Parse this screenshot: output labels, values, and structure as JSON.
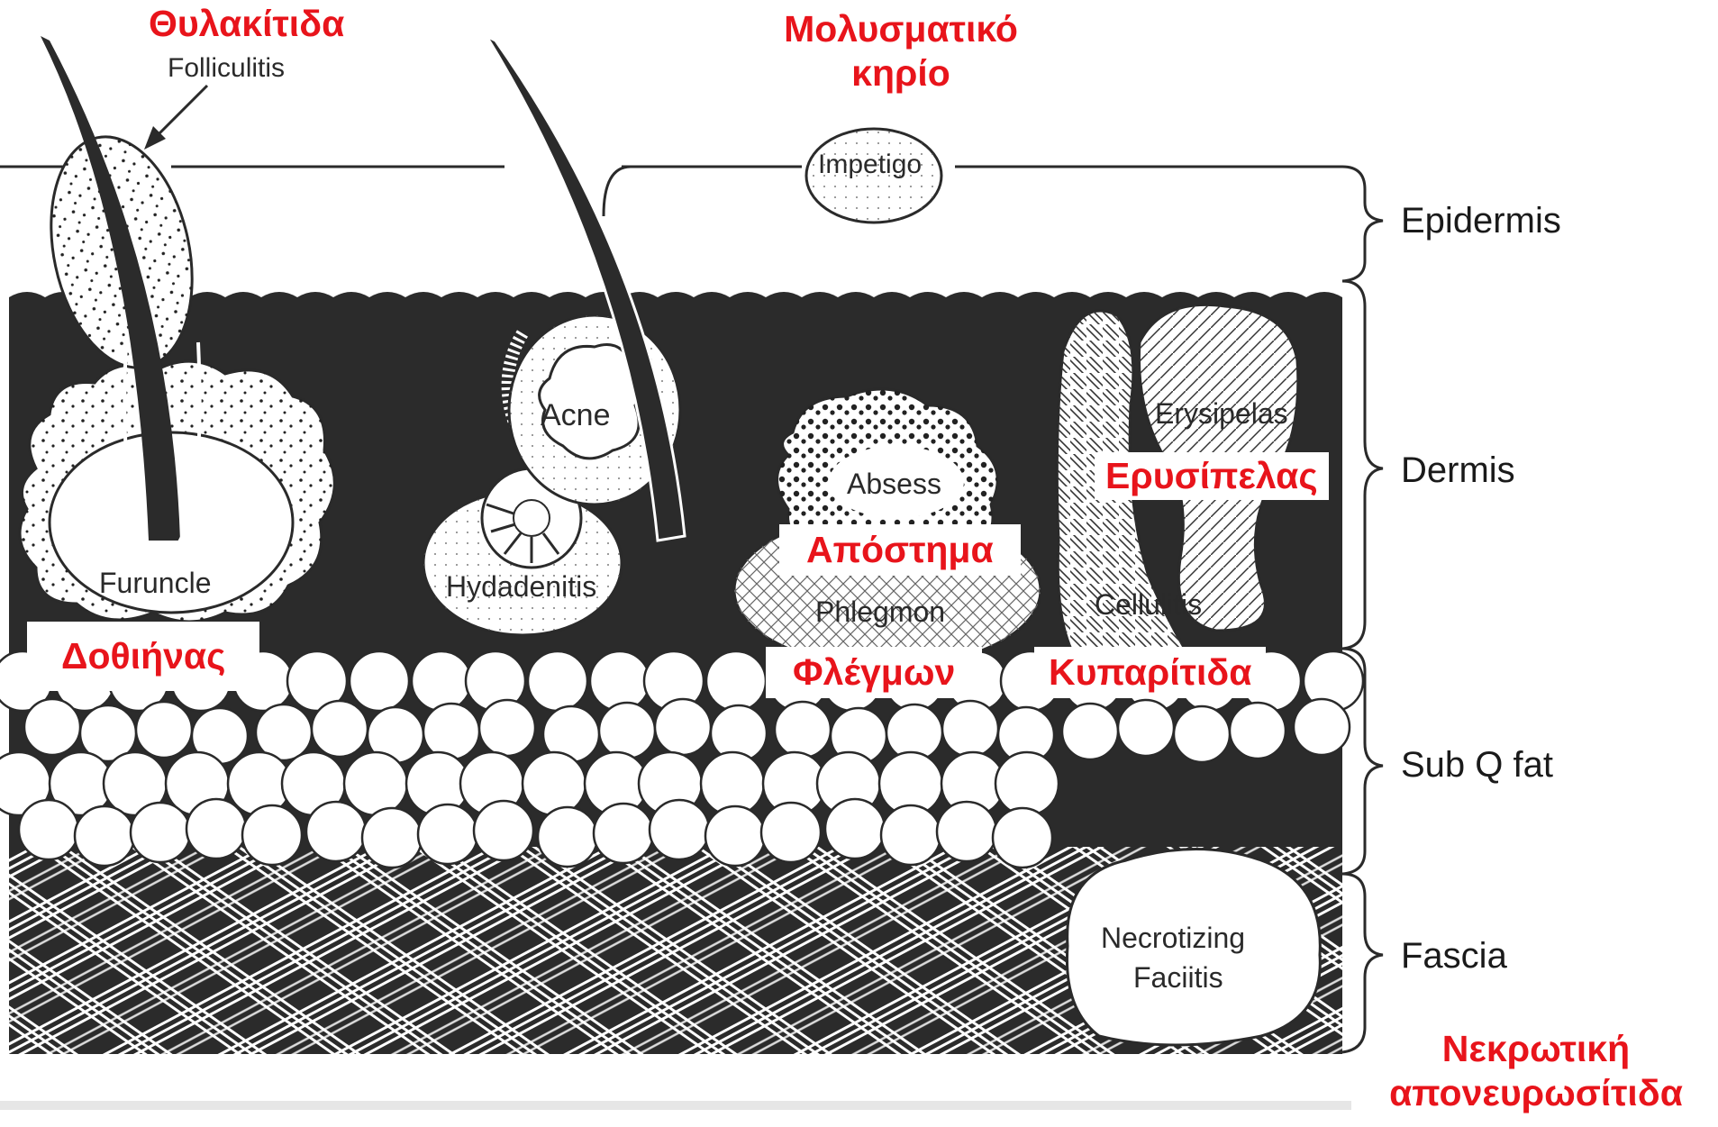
{
  "colors": {
    "annotation_red": "#e8141b",
    "ink": "#2a2a2a",
    "dermis_dark": "#2b2b2b",
    "paper": "#ffffff"
  },
  "diagram": {
    "layers": [
      {
        "id": "epidermis",
        "label": "Epidermis"
      },
      {
        "id": "dermis",
        "label": "Dermis"
      },
      {
        "id": "subq",
        "label": "Sub Q fat"
      },
      {
        "id": "fascia",
        "label": "Fascia"
      }
    ],
    "infections": {
      "folliculitis": "Folliculitis",
      "impetigo": "Impetigo",
      "acne": "Acne",
      "furuncle": "Furuncle",
      "hydadenitis": "Hydadenitis",
      "absess": "Absess",
      "phlegmon": "Phlegmon",
      "erysipelas": "Erysipelas",
      "cellulitis": "Cellulitis",
      "necrotizing_line1": "Necrotizing",
      "necrotizing_line2": "Faciitis"
    }
  },
  "greek_labels": {
    "folliculitis": "Θυλακίτιδα",
    "impetigo_line1": "Μολυσματικό",
    "impetigo_line2": "κηρίο",
    "furuncle": "Δοθιήνας",
    "abscess": "Απόστημα",
    "phlegmon": "Φλέγμων",
    "erysipelas": "Ερυσίπελας",
    "cellulitis": "Κυπαρίτιδα",
    "necrotizing_line1": "Νεκρωτική",
    "necrotizing_line2": "απονευρωσίτιδα"
  }
}
